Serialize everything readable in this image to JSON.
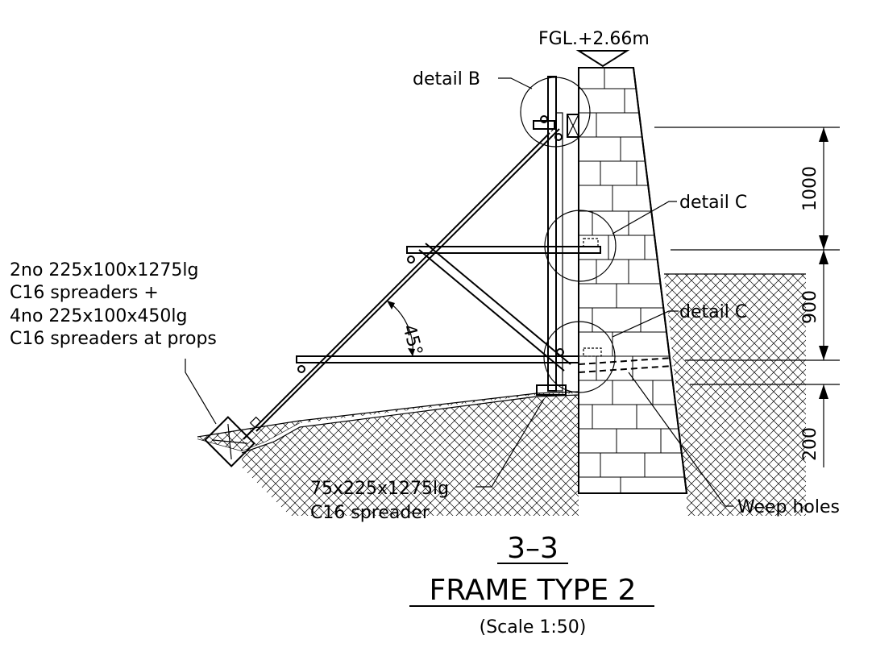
{
  "level_label": "FGL.+2.66m",
  "labels": {
    "detail_b": "detail B",
    "detail_c_upper": "detail C",
    "detail_c_lower": "detail C",
    "weep_holes": "Weep holes",
    "angle": "45°"
  },
  "spreader_note": [
    "2no 225x100x1275lg",
    "C16 spreaders +",
    "4no 225x100x450lg",
    "C16 spreaders at props"
  ],
  "base_spreader_note": [
    "75x225x1275lg",
    "C16 spreader"
  ],
  "dimensions": [
    "1000",
    "900",
    "200"
  ],
  "title": {
    "section": "3–3",
    "name": "FRAME TYPE 2",
    "scale": "(Scale 1:50)"
  }
}
